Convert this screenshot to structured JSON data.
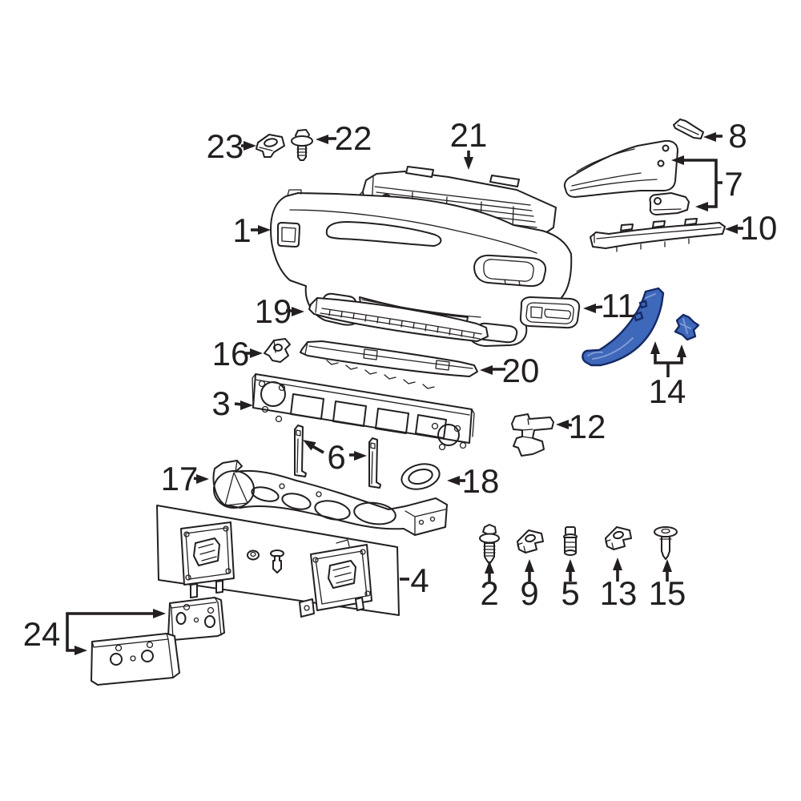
{
  "diagram": {
    "background_color": "#ffffff",
    "line_color": "#231f20",
    "label_color": "#231f20",
    "highlight": {
      "part_number": "14",
      "fill": "#3e68ba",
      "outline": "#152a66",
      "sheen": "#7e99d6"
    },
    "callouts": [
      {
        "num": "1"
      },
      {
        "num": "2"
      },
      {
        "num": "3"
      },
      {
        "num": "4"
      },
      {
        "num": "5"
      },
      {
        "num": "6"
      },
      {
        "num": "7"
      },
      {
        "num": "8"
      },
      {
        "num": "9"
      },
      {
        "num": "10"
      },
      {
        "num": "11"
      },
      {
        "num": "12"
      },
      {
        "num": "13"
      },
      {
        "num": "14"
      },
      {
        "num": "15"
      },
      {
        "num": "16"
      },
      {
        "num": "17"
      },
      {
        "num": "18"
      },
      {
        "num": "19"
      },
      {
        "num": "20"
      },
      {
        "num": "21"
      },
      {
        "num": "22"
      },
      {
        "num": "23"
      },
      {
        "num": "24"
      }
    ]
  }
}
